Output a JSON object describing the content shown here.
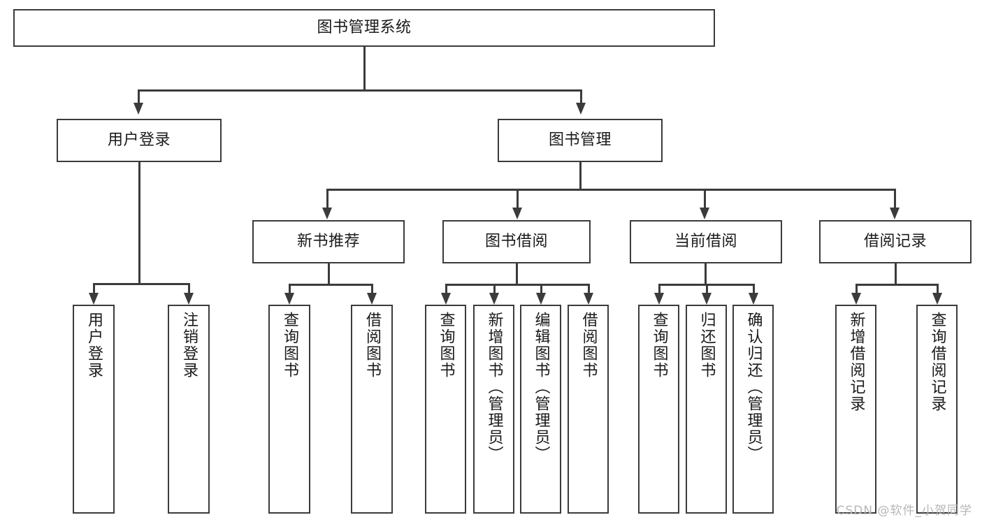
{
  "diagram": {
    "type": "tree",
    "title": "图书管理系统",
    "root": {
      "label": "图书管理系统"
    },
    "level1": [
      {
        "label": "用户登录"
      },
      {
        "label": "图书管理"
      }
    ],
    "level2": [
      {
        "label": "新书推荐"
      },
      {
        "label": "图书借阅"
      },
      {
        "label": "当前借阅"
      },
      {
        "label": "借阅记录"
      }
    ],
    "leaves": {
      "user_login": [
        {
          "label": "用户登录"
        },
        {
          "label": "注销登录"
        }
      ],
      "new_book_recommend": [
        {
          "label": "查询图书"
        },
        {
          "label": "借阅图书"
        }
      ],
      "book_borrow": [
        {
          "label": "查询图书"
        },
        {
          "label": "新增图书（管理员）"
        },
        {
          "label": "编辑图书（管理员）"
        },
        {
          "label": "借阅图书"
        }
      ],
      "current_borrow": [
        {
          "label": "查询图书"
        },
        {
          "label": "归还图书"
        },
        {
          "label": "确认归还（管理员）"
        }
      ],
      "borrow_record": [
        {
          "label": "新增借阅记录"
        },
        {
          "label": "查询借阅记录"
        }
      ]
    },
    "colors": {
      "stroke": "#3b3b3b",
      "fill": "#ffffff",
      "text": "#1a1a1a",
      "watermark": "#b6b6b6"
    }
  },
  "watermark": {
    "text": "CSDN @软件_小贺同学"
  }
}
